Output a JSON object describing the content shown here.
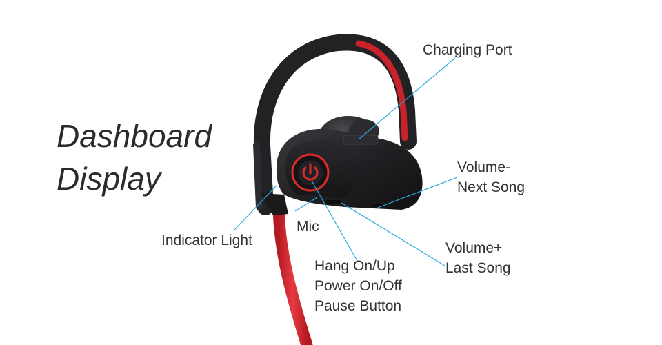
{
  "title": {
    "line1": "Dashboard",
    "line2": "Display"
  },
  "labels": {
    "charging_port": "Charging Port",
    "volume_minus": [
      "Volume-",
      "Next Song"
    ],
    "volume_plus": [
      "Volume+",
      "Last Song"
    ],
    "indicator_light": "Indicator Light",
    "mic": "Mic",
    "power_button": [
      "Hang On/Up",
      "Power On/Off",
      "Pause Button"
    ]
  },
  "colors": {
    "leader_line": "#29a9df",
    "cable_red": "#d8242c",
    "body_dark": "#1e1e20",
    "button_ring": "#e02a2a"
  }
}
